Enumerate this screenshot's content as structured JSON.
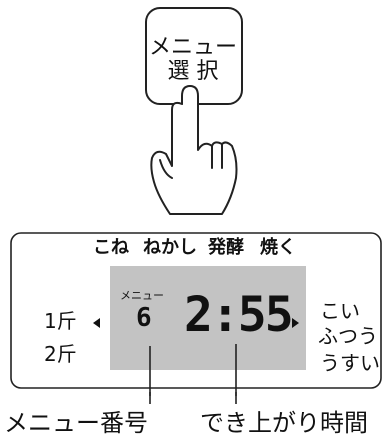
{
  "menu_button": {
    "line1": "メニュー",
    "line2": "選 択"
  },
  "stages": [
    "こね",
    "ねかし",
    "発酵",
    "焼く"
  ],
  "weights": [
    "1斤",
    "2斤"
  ],
  "strengths": [
    "こい",
    "ふつう",
    "うすい"
  ],
  "lcd": {
    "menu_label": "メニュー",
    "menu_number": "6",
    "time": "2:55"
  },
  "captions": {
    "menu_number": "メニュー番号",
    "finish_time": "でき上がり時間"
  },
  "colors": {
    "lcd_bg": "#c3c3c3",
    "outline": "#222222"
  }
}
